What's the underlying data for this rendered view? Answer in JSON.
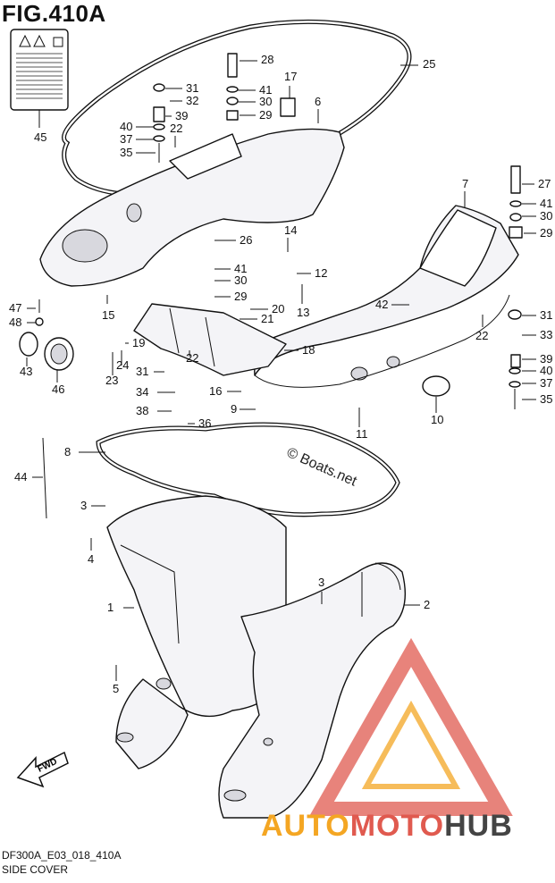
{
  "title": "FIG.410A",
  "footer": {
    "code": "DF300A_E03_018_410A",
    "name": "SIDE COVER"
  },
  "watermark": "© Boats.net",
  "brand": {
    "part1": "AUTO",
    "part2": "MOTO",
    "part3": "HUB",
    "color1": "#f4a623",
    "color2": "#e05a4f",
    "color3": "#444444"
  },
  "callouts": [
    {
      "id": "c45",
      "text": "45"
    },
    {
      "id": "c25",
      "text": "25"
    },
    {
      "id": "c28",
      "text": "28"
    },
    {
      "id": "c31a",
      "text": "31"
    },
    {
      "id": "c32",
      "text": "32"
    },
    {
      "id": "c41a",
      "text": "41"
    },
    {
      "id": "c30a",
      "text": "30"
    },
    {
      "id": "c17",
      "text": "17"
    },
    {
      "id": "c6",
      "text": "6"
    },
    {
      "id": "c39a",
      "text": "39"
    },
    {
      "id": "c29a",
      "text": "29"
    },
    {
      "id": "c40a",
      "text": "40"
    },
    {
      "id": "c22a",
      "text": "22"
    },
    {
      "id": "c37a",
      "text": "37"
    },
    {
      "id": "c35a",
      "text": "35"
    },
    {
      "id": "c7",
      "text": "7"
    },
    {
      "id": "c27",
      "text": "27"
    },
    {
      "id": "c41b",
      "text": "41"
    },
    {
      "id": "c30b",
      "text": "30"
    },
    {
      "id": "c29b",
      "text": "29"
    },
    {
      "id": "c26",
      "text": "26"
    },
    {
      "id": "c14",
      "text": "14"
    },
    {
      "id": "c41c",
      "text": "41"
    },
    {
      "id": "c12",
      "text": "12"
    },
    {
      "id": "c30c",
      "text": "30"
    },
    {
      "id": "c29c",
      "text": "29"
    },
    {
      "id": "c20",
      "text": "20"
    },
    {
      "id": "c21",
      "text": "21"
    },
    {
      "id": "c13",
      "text": "13"
    },
    {
      "id": "c42",
      "text": "42"
    },
    {
      "id": "c15",
      "text": "15"
    },
    {
      "id": "c47",
      "text": "47"
    },
    {
      "id": "c48",
      "text": "48"
    },
    {
      "id": "c19",
      "text": "19"
    },
    {
      "id": "c18",
      "text": "18"
    },
    {
      "id": "c31b",
      "text": "31"
    },
    {
      "id": "c22b",
      "text": "22"
    },
    {
      "id": "c33",
      "text": "33"
    },
    {
      "id": "c43",
      "text": "43"
    },
    {
      "id": "c46",
      "text": "46"
    },
    {
      "id": "c23",
      "text": "23"
    },
    {
      "id": "c24",
      "text": "24"
    },
    {
      "id": "c31c",
      "text": "31"
    },
    {
      "id": "c22c",
      "text": "22"
    },
    {
      "id": "c39b",
      "text": "39"
    },
    {
      "id": "c40b",
      "text": "40"
    },
    {
      "id": "c37b",
      "text": "37"
    },
    {
      "id": "c35b",
      "text": "35"
    },
    {
      "id": "c34",
      "text": "34"
    },
    {
      "id": "c16",
      "text": "16"
    },
    {
      "id": "c38",
      "text": "38"
    },
    {
      "id": "c36",
      "text": "36"
    },
    {
      "id": "c9",
      "text": "9"
    },
    {
      "id": "c10",
      "text": "10"
    },
    {
      "id": "c11",
      "text": "11"
    },
    {
      "id": "c8",
      "text": "8"
    },
    {
      "id": "c44",
      "text": "44"
    },
    {
      "id": "c3a",
      "text": "3"
    },
    {
      "id": "c4",
      "text": "4"
    },
    {
      "id": "c3b",
      "text": "3"
    },
    {
      "id": "c2",
      "text": "2"
    },
    {
      "id": "c1",
      "text": "1"
    },
    {
      "id": "c5",
      "text": "5"
    }
  ],
  "fwd_label": "FWD"
}
